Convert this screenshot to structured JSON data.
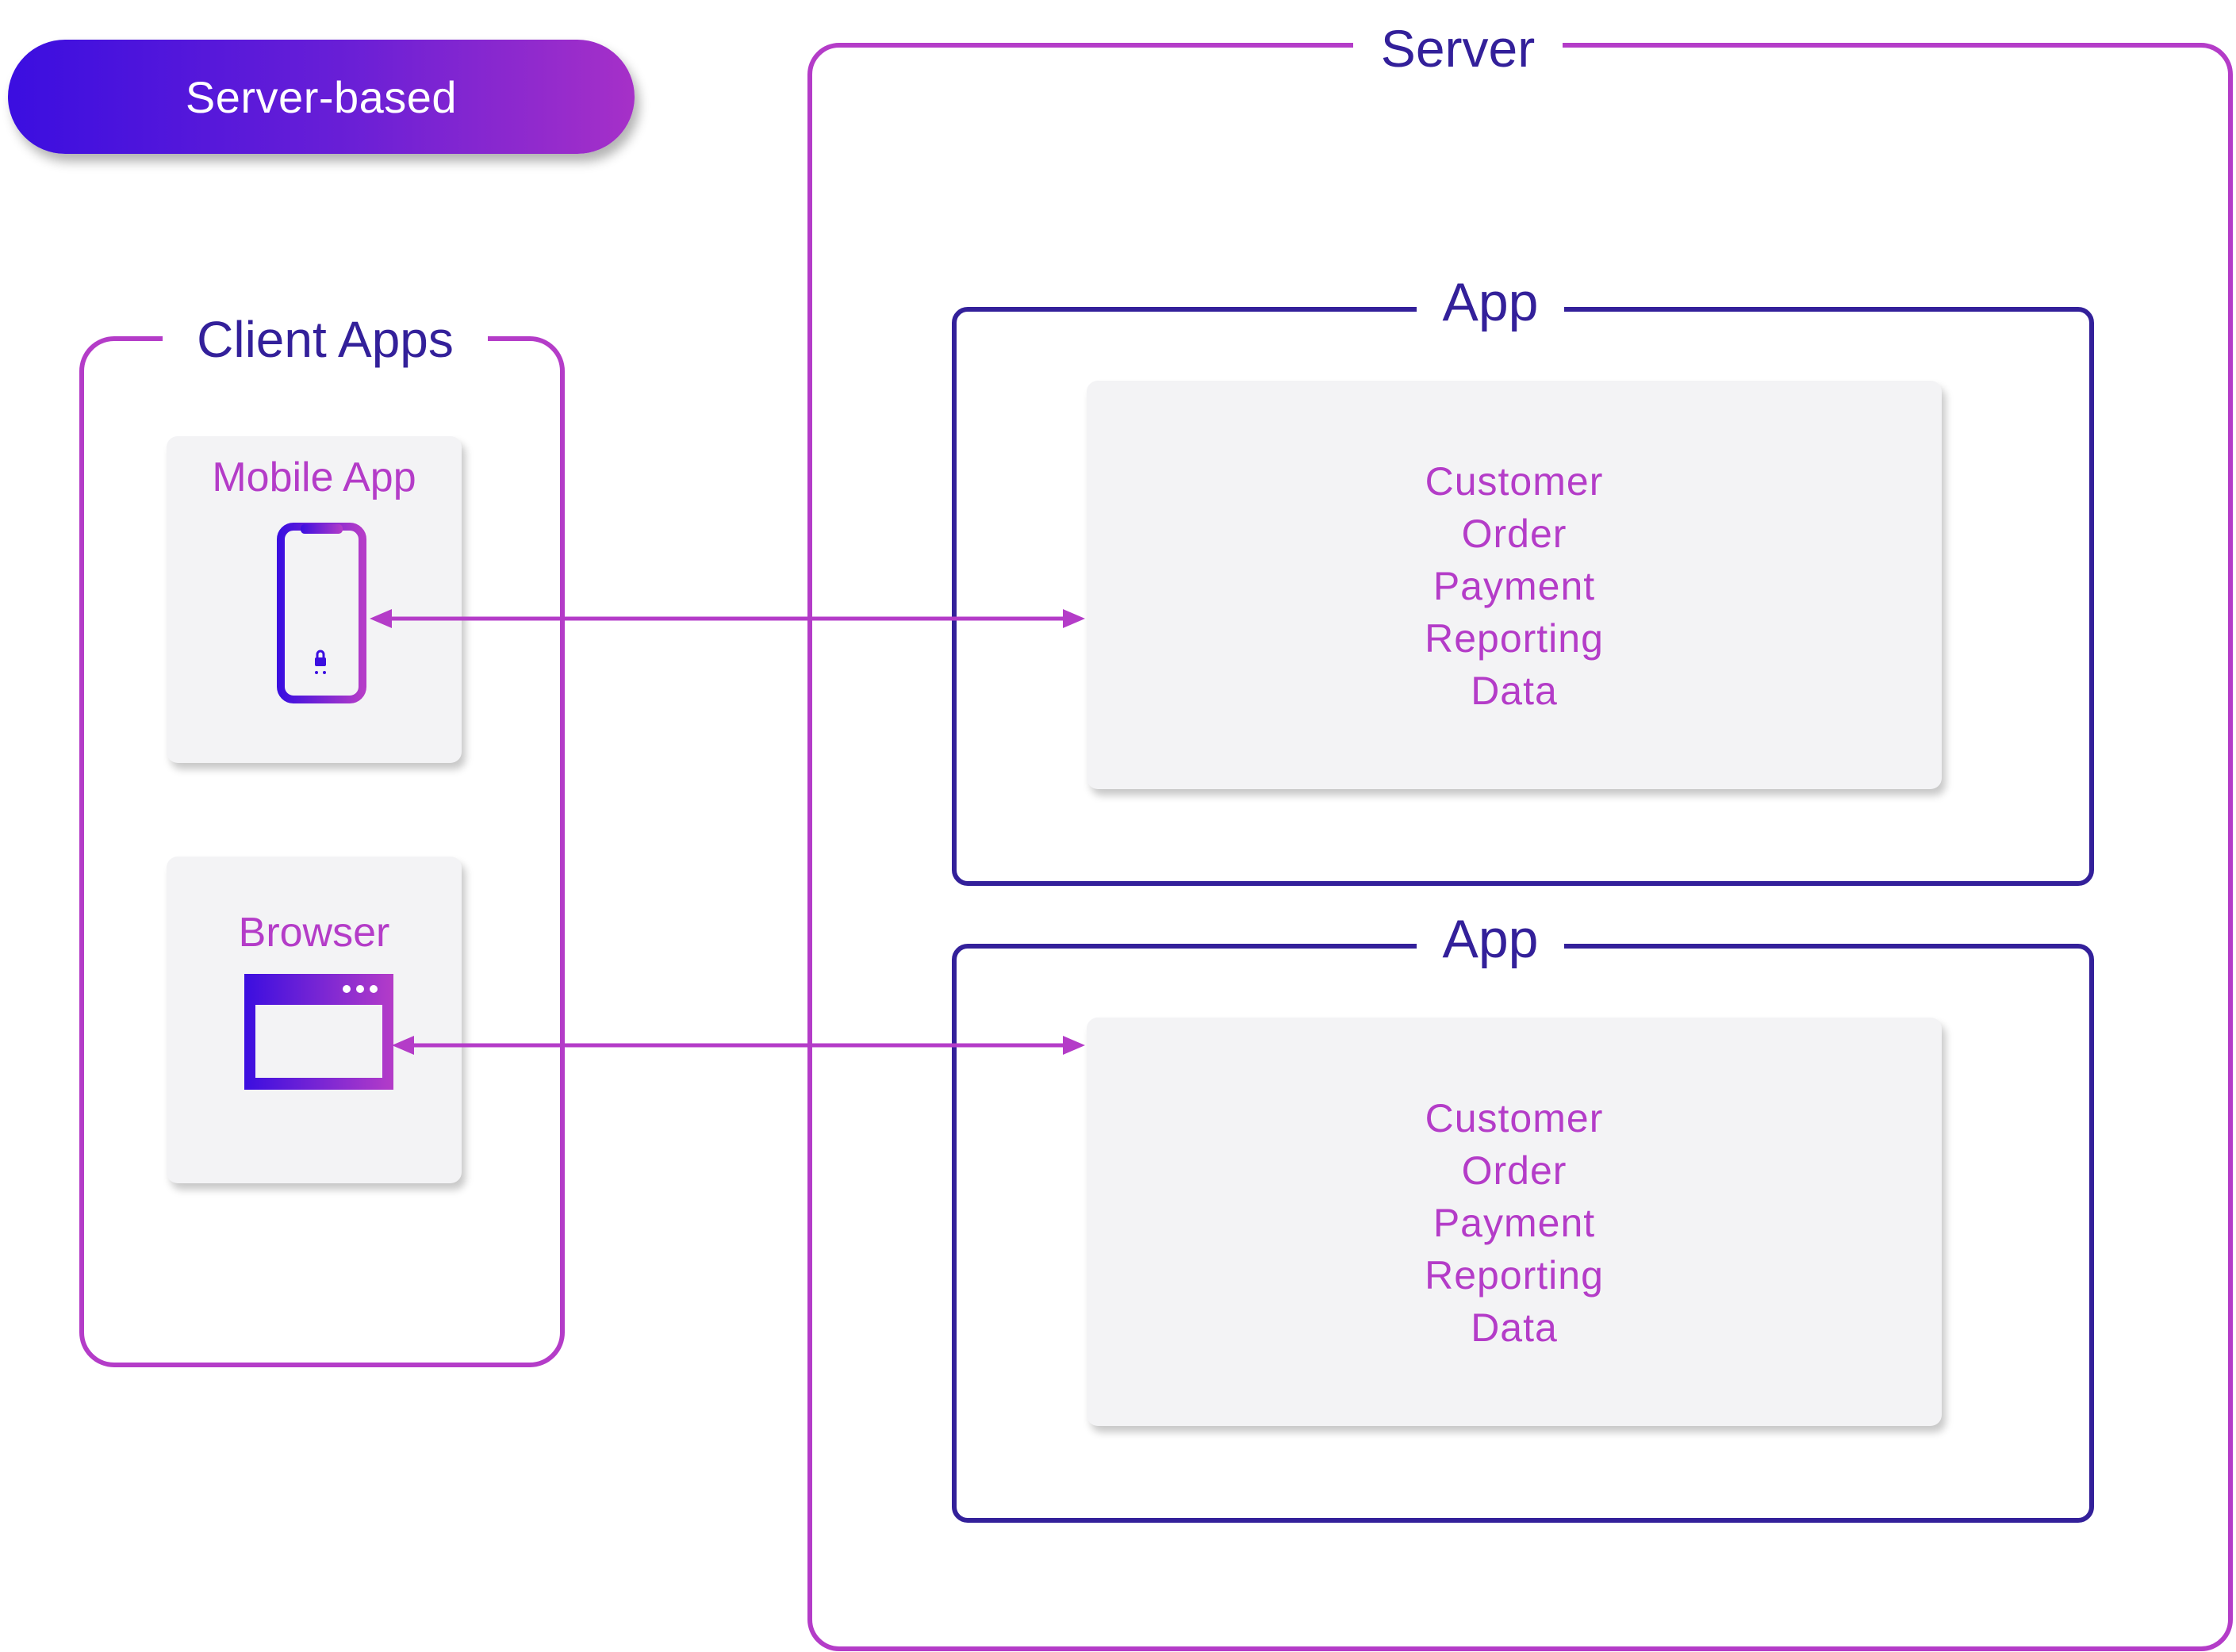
{
  "badge": {
    "label": "Server-based"
  },
  "client_group": {
    "label": "Client Apps",
    "clients": [
      {
        "label": "Mobile App",
        "icon": "smartphone-icon"
      },
      {
        "label": "Browser",
        "icon": "browser-window-icon"
      }
    ]
  },
  "server_group": {
    "label": "Server",
    "apps": [
      {
        "label": "App",
        "modules": [
          "Customer",
          "Order",
          "Payment",
          "Reporting",
          "Data"
        ]
      },
      {
        "label": "App",
        "modules": [
          "Customer",
          "Order",
          "Payment",
          "Reporting",
          "Data"
        ]
      }
    ]
  },
  "colors": {
    "magenta": "#b43cc8",
    "navy": "#33209a",
    "badge_gradient_start": "#3b0ee0",
    "badge_gradient_end": "#a630c8",
    "card_background": "#f3f3f5"
  },
  "connections": [
    {
      "from": "Mobile App",
      "to": "App",
      "direction": "bidirectional"
    },
    {
      "from": "Browser",
      "to": "App",
      "direction": "bidirectional"
    }
  ]
}
